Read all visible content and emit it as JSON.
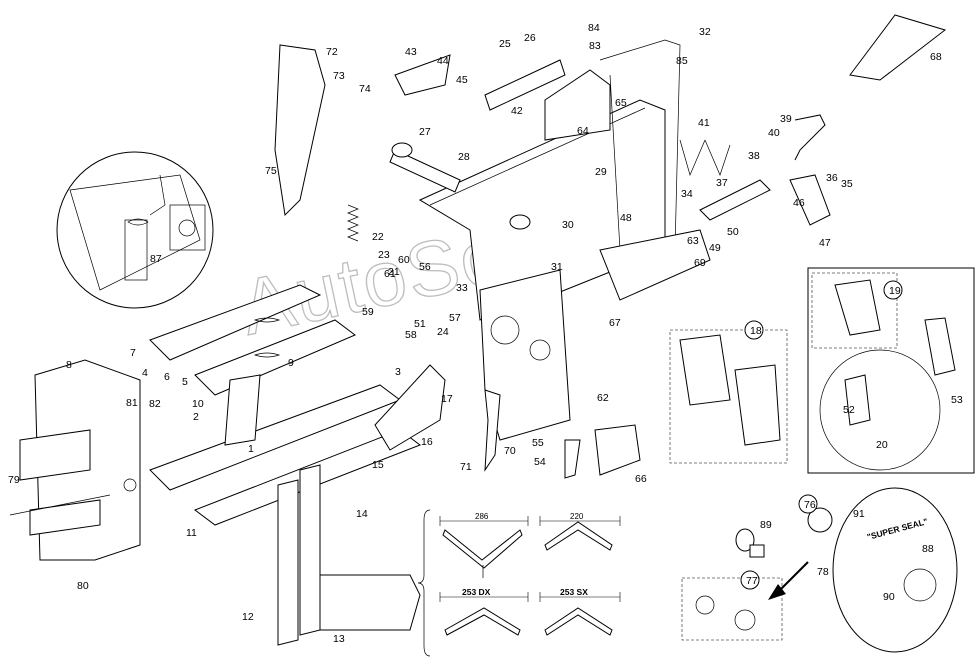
{
  "watermark": "AutoSoft.ru",
  "logo_text": "\"SUPER SEAL\"",
  "labels": [
    "1",
    "2",
    "3",
    "4",
    "5",
    "6",
    "7",
    "8",
    "9",
    "10",
    "11",
    "12",
    "13",
    "14",
    "15",
    "16",
    "17",
    "18",
    "19",
    "20",
    "21",
    "22",
    "23",
    "24",
    "25",
    "26",
    "27",
    "28",
    "29",
    "30",
    "31",
    "32",
    "33",
    "34",
    "35",
    "36",
    "37",
    "38",
    "39",
    "40",
    "41",
    "42",
    "43",
    "44",
    "45",
    "46",
    "47",
    "48",
    "49",
    "50",
    "51",
    "52",
    "53",
    "54",
    "55",
    "56",
    "57",
    "58",
    "59",
    "60",
    "61",
    "62",
    "63",
    "64",
    "65",
    "66",
    "67",
    "68",
    "69",
    "70",
    "71",
    "72",
    "73",
    "74",
    "75",
    "76",
    "77",
    "78",
    "79",
    "80",
    "81",
    "82",
    "83",
    "84",
    "85",
    "87",
    "88",
    "89",
    "90",
    "91"
  ],
  "dimensions": {
    "w286": "286",
    "w220": "220",
    "w253dx": "253 DX",
    "w253sx": "253 SX"
  }
}
